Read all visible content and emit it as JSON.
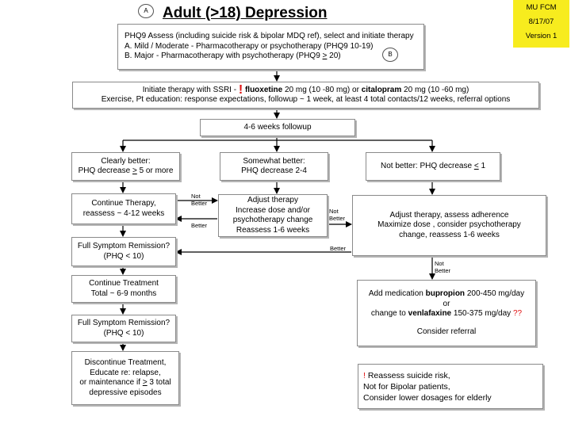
{
  "title": "Adult (>18) Depression",
  "circle_a": "A",
  "circle_b": "B",
  "corner": {
    "line1": "MU FCM",
    "line2": "8/17/07",
    "line3": "Version 1"
  },
  "colors": {
    "corner_bg": "#f7ec1e",
    "warning": "#e01010"
  },
  "assess": {
    "line1": "PHQ9 Assess (including suicide risk & bipolar  MDQ ref), select and initiate therapy",
    "line2": "A.  Mild / Moderate  - Pharmacotherapy or psychotherapy (PHQ9 10-19)",
    "line3_pre": "B.      Major - Pharmacotherapy with psychotherapy (PHQ9 ",
    "line3_ge": ">",
    "line3_post": " 20)"
  },
  "initiate": {
    "t1": "Initiate therapy with SSRI - ",
    "bang": "!",
    "drug1": " fluoxetine",
    "t2": "  20 mg (10 -80 mg) or ",
    "drug2": "citalopram",
    "t3": " 20 mg (10 -60 mg)",
    "line2": "Exercise, Pt education: response expectations, followup ~ 1 week, at least 4 total contacts/12 weeks, referral options"
  },
  "followup": "4-6 weeks followup",
  "clearly_better": {
    "line1": "Clearly better:",
    "line2_pre": "PHQ decrease ",
    "line2_ge": ">",
    "line2_post": " 5 or more"
  },
  "somewhat_better": {
    "line1": "Somewhat better:",
    "line2": "PHQ  decrease 2-4"
  },
  "not_better": {
    "pre": "Not better: PHQ decrease ",
    "le": "<",
    "post": " 1"
  },
  "continue_therapy": {
    "line1": "Continue Therapy,",
    "line2": "reassess ~ 4-12 weeks"
  },
  "adjust_therapy": {
    "line1": "Adjust therapy",
    "line2": "Increase dose and/or",
    "line3": "psychotherapy change",
    "line4": "Reassess 1-6 weeks"
  },
  "adjust_adherence": {
    "line1": "Adjust therapy, assess adherence",
    "line2": "Maximize dose , consider psychotherapy",
    "line3": "change, reassess 1-6 weeks"
  },
  "remission1": {
    "line1": "Full Symptom Remission?",
    "line2": "(PHQ < 10)"
  },
  "continue_treatment": {
    "line1": "Continue Treatment",
    "line2": "Total ~ 6-9 months"
  },
  "remission2": {
    "line1": "Full Symptom Remission?",
    "line2": "(PHQ < 10)"
  },
  "discontinue": {
    "line1": "Discontinue Treatment,",
    "line2": "Educate re: relapse,",
    "line3_pre": "or maintenance if ",
    "line3_ge": ">",
    "line3_post": " 3 total",
    "line4": "depressive episodes"
  },
  "add_medication": {
    "l1_pre": "Add medication ",
    "l1_drug": "bupropion",
    "l1_post": " 200-450 mg/day",
    "l2": "or",
    "l3_pre": "change to ",
    "l3_drug": "venlafaxine",
    "l3_post": " 150-375 mg/day ",
    "l3_q": "??",
    "l4": "Consider referral"
  },
  "notes": {
    "bang": "!",
    "line1": " Reassess suicide risk,",
    "line2": "Not for Bipolar patients,",
    "line3": "Consider lower dosages for elderly"
  },
  "labels": {
    "not_better_1a": "Not",
    "not_better_1b": "Better",
    "better_1": "Better",
    "not_better_2a": "Not",
    "not_better_2b": "Better",
    "better_2": "Better",
    "not_better_3a": "Not",
    "not_better_3b": "Better"
  }
}
